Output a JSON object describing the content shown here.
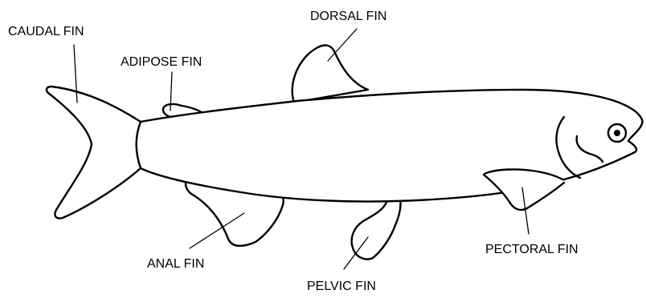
{
  "labels": {
    "caudal_fin": "CAUDAL FIN",
    "adipose_fin": "ADIPOSE FIN",
    "dorsal_fin": "DORSAL FIN",
    "anal_fin": "ANAL FIN",
    "pelvic_fin": "PELVIC FIN",
    "pectoral_fin": "PECTORAL FIN"
  },
  "colors": {
    "ink": "#000000",
    "background": "#ffffff"
  }
}
